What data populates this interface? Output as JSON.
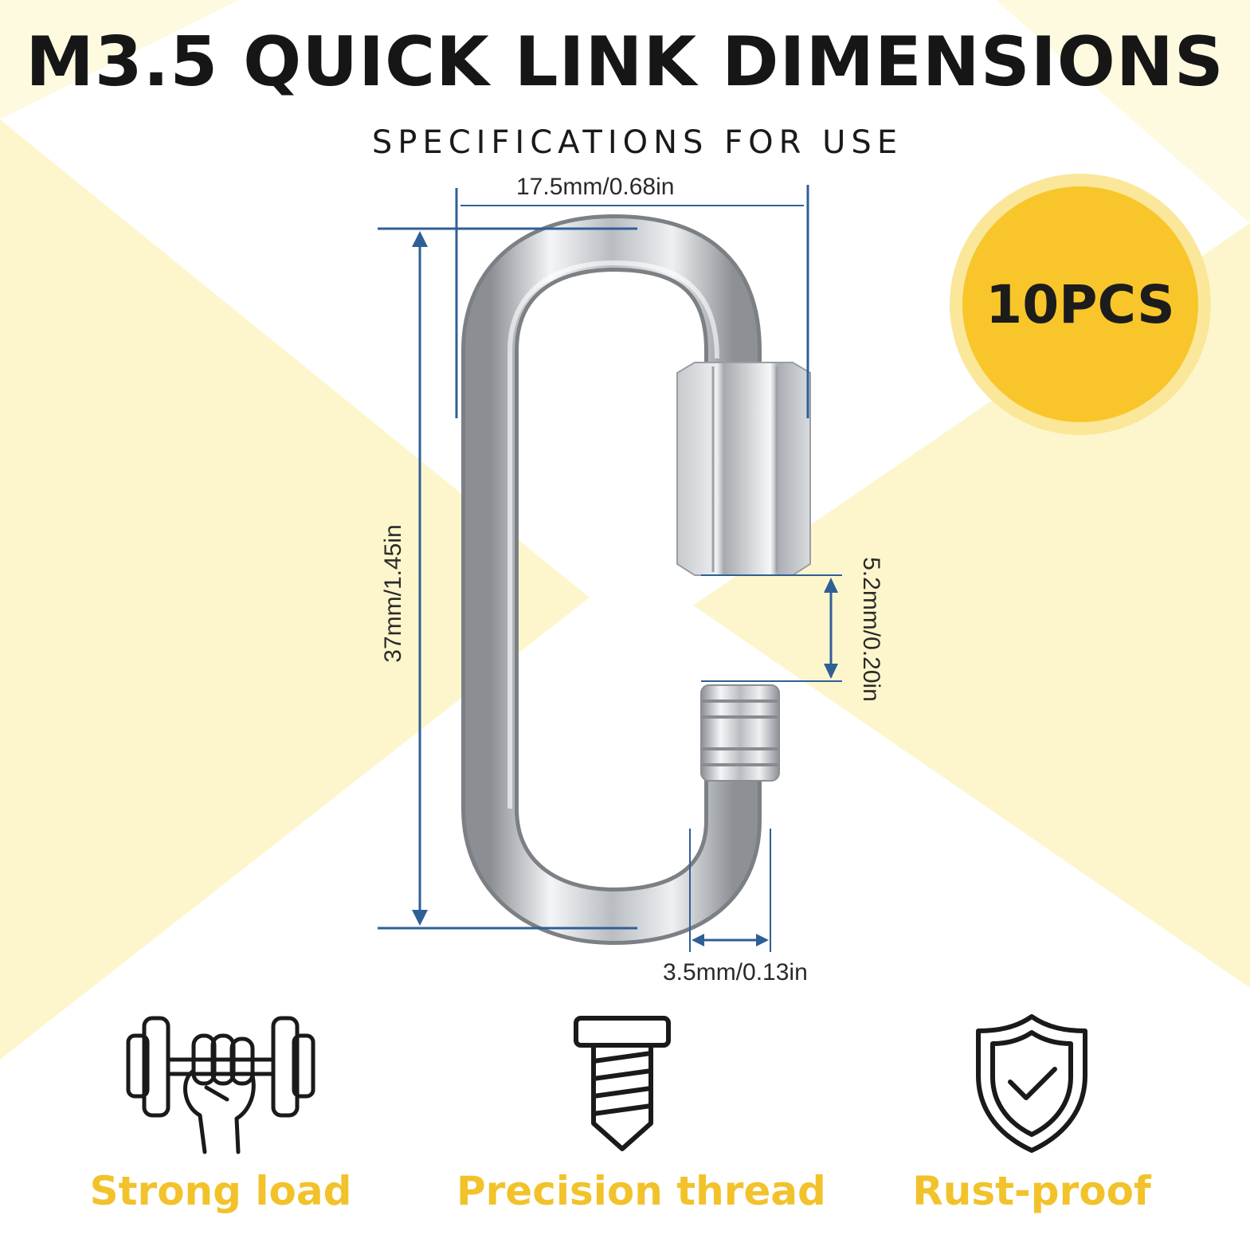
{
  "header": {
    "title": "M3.5 QUICK LINK DIMENSIONS",
    "subtitle": "SPECIFICATIONS FOR USE"
  },
  "badge": {
    "text": "10PCS"
  },
  "dimensions": {
    "width": "17.5mm/0.68in",
    "height": "37mm/1.45in",
    "gap": "5.2mm/0.20in",
    "thickness": "3.5mm/0.13in"
  },
  "features": [
    {
      "label": "Strong load",
      "icon": "dumbbell-fist-icon"
    },
    {
      "label": "Precision thread",
      "icon": "screw-thread-icon"
    },
    {
      "label": "Rust-proof",
      "icon": "shield-check-icon"
    }
  ],
  "colors": {
    "background_triangles": "#fdf6cc",
    "badge_outer": "#fbe79a",
    "badge_inner": "#f8c62a",
    "feature_label": "#f2c22b",
    "dimension_line": "#2f5f97",
    "title": "#161616"
  }
}
